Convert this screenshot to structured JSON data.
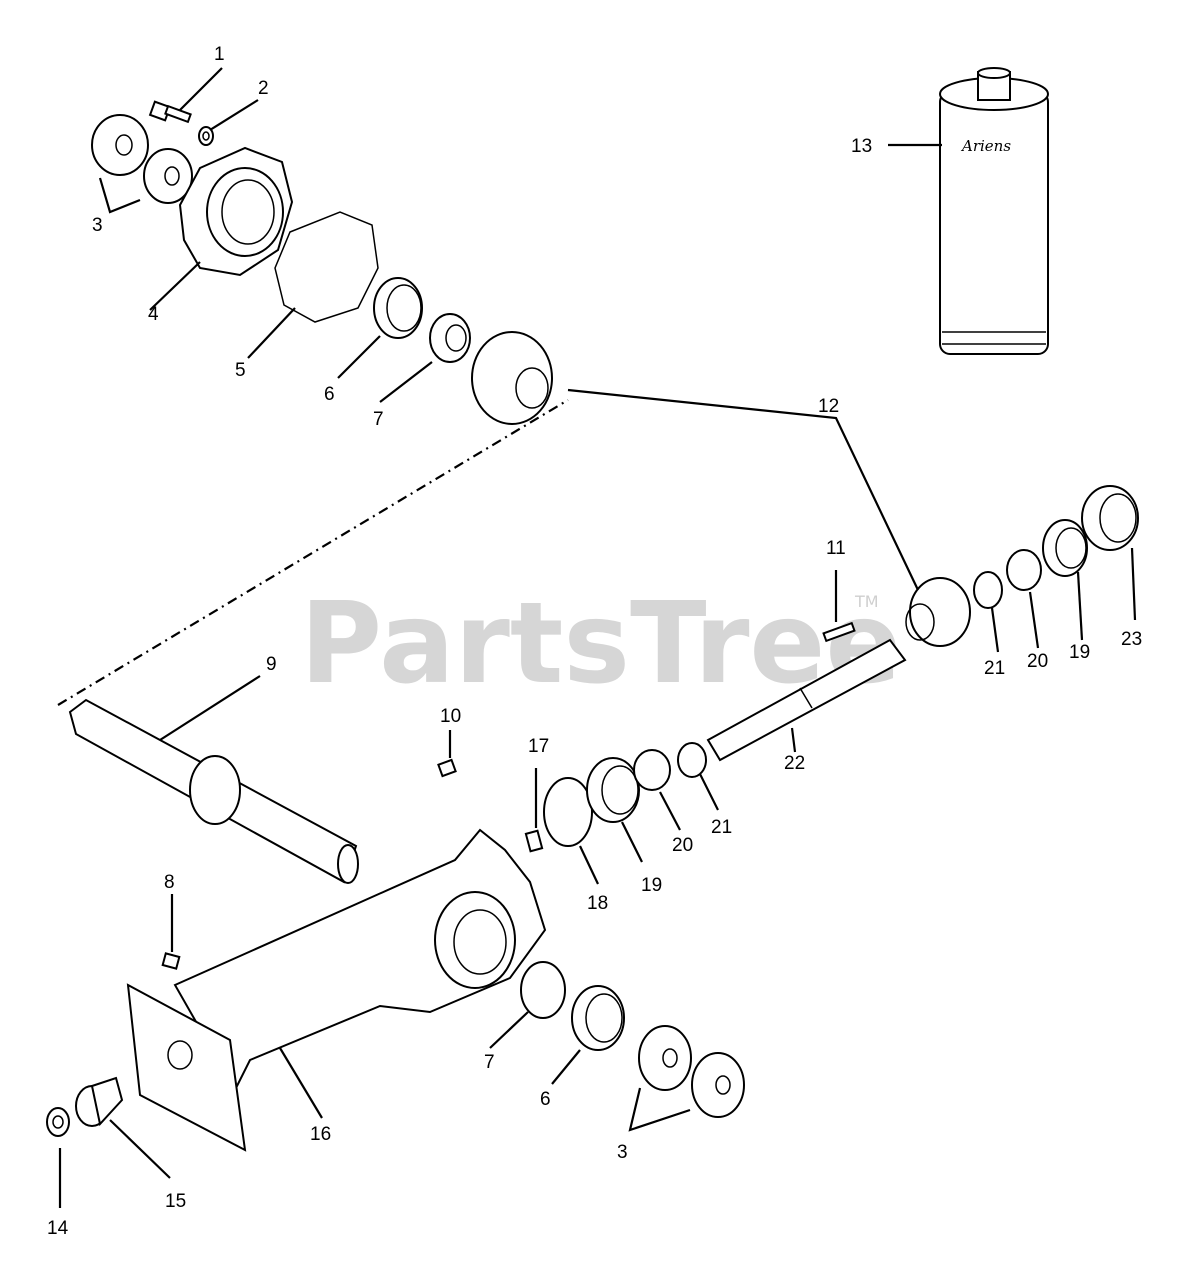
{
  "watermark": {
    "text": "PartsTree",
    "trademark": "TM"
  },
  "bottle_label": "Ariens",
  "callouts": [
    {
      "id": "c1",
      "text": "1"
    },
    {
      "id": "c2",
      "text": "2"
    },
    {
      "id": "c3a",
      "text": "3"
    },
    {
      "id": "c4",
      "text": "4"
    },
    {
      "id": "c5",
      "text": "5"
    },
    {
      "id": "c6a",
      "text": "6"
    },
    {
      "id": "c7a",
      "text": "7"
    },
    {
      "id": "c13",
      "text": "13"
    },
    {
      "id": "c12",
      "text": "12"
    },
    {
      "id": "c11",
      "text": "11"
    },
    {
      "id": "c21a",
      "text": "21"
    },
    {
      "id": "c20a",
      "text": "20"
    },
    {
      "id": "c19a",
      "text": "19"
    },
    {
      "id": "c23",
      "text": "23"
    },
    {
      "id": "c9",
      "text": "9"
    },
    {
      "id": "c10",
      "text": "10"
    },
    {
      "id": "c17",
      "text": "17"
    },
    {
      "id": "c22",
      "text": "22"
    },
    {
      "id": "c21b",
      "text": "21"
    },
    {
      "id": "c20b",
      "text": "20"
    },
    {
      "id": "c19b",
      "text": "19"
    },
    {
      "id": "c18",
      "text": "18"
    },
    {
      "id": "c8",
      "text": "8"
    },
    {
      "id": "c7b",
      "text": "7"
    },
    {
      "id": "c6b",
      "text": "6"
    },
    {
      "id": "c3b",
      "text": "3"
    },
    {
      "id": "c16",
      "text": "16"
    },
    {
      "id": "c15",
      "text": "15"
    },
    {
      "id": "c14",
      "text": "14"
    }
  ]
}
